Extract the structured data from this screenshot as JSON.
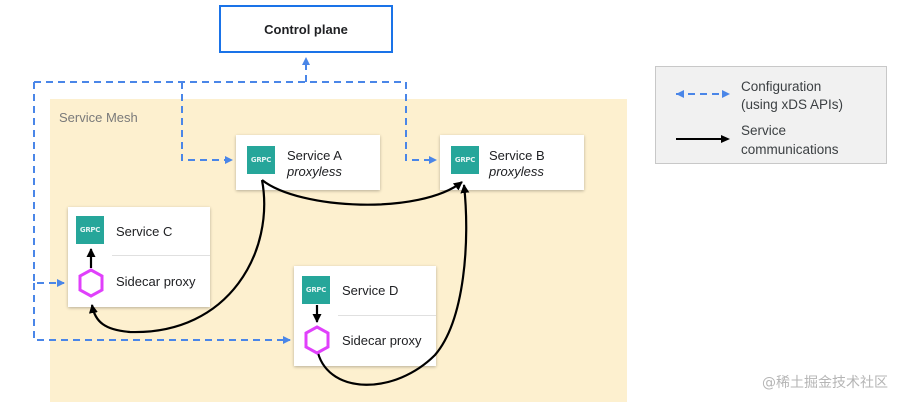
{
  "control_plane": {
    "label": "Control plane"
  },
  "mesh": {
    "label": "Service Mesh"
  },
  "services": {
    "a": {
      "name": "Service A",
      "mode": "proxyless"
    },
    "b": {
      "name": "Service B",
      "mode": "proxyless"
    },
    "c": {
      "name": "Service C",
      "proxy": "Sidecar proxy"
    },
    "d": {
      "name": "Service D",
      "proxy": "Sidecar proxy"
    }
  },
  "grpc_icon": {
    "text": "GRPC"
  },
  "legend": {
    "config_line1": "Configuration",
    "config_line2": "(using xDS APIs)",
    "comm_line1": "Service",
    "comm_line2": "communications"
  },
  "watermark": "@稀土掘金技术社区",
  "colors": {
    "config_line": "#4a86e8",
    "comm_line": "#000000",
    "mesh_bg": "#fdf0cf",
    "proxy": "#e040fb",
    "grpc": "#26a69a",
    "control_border": "#1a73e8"
  }
}
